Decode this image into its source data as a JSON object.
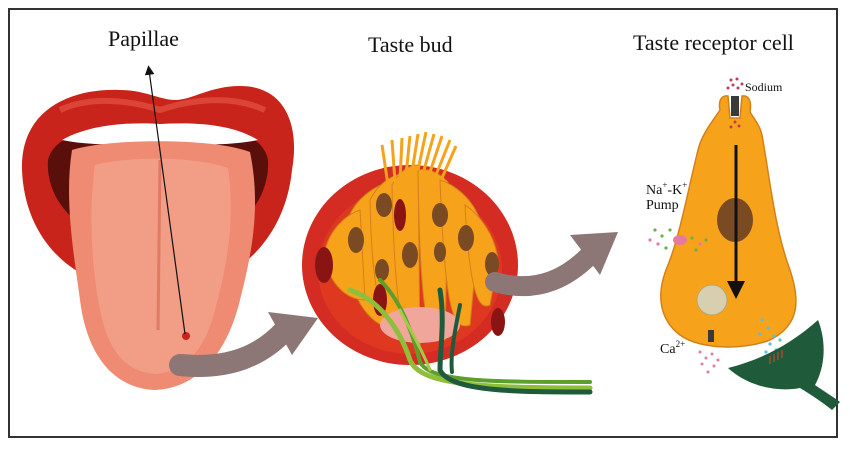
{
  "labels": {
    "papillae": "Papillae",
    "taste_bud": "Taste bud",
    "taste_receptor_cell": "Taste receptor cell",
    "sodium": "Sodium",
    "na": "Na",
    "na_sup": "+",
    "k": "-K",
    "k_sup": "+",
    "pump": "Pump",
    "ca": "Ca",
    "ca_sup": "2+"
  },
  "colors": {
    "lip_red": "#c9241c",
    "mouth_dark": "#5a0f0a",
    "tongue": "#ef8a73",
    "tongue_light": "#f4a58f",
    "bud_red": "#d42b22",
    "cell_orange": "#f7a21b",
    "nucleus": "#7a4a22",
    "nerve_green": "#1f5b3a",
    "nerve_light": "#8fbf3a",
    "arrow_gray": "#8c7676"
  }
}
